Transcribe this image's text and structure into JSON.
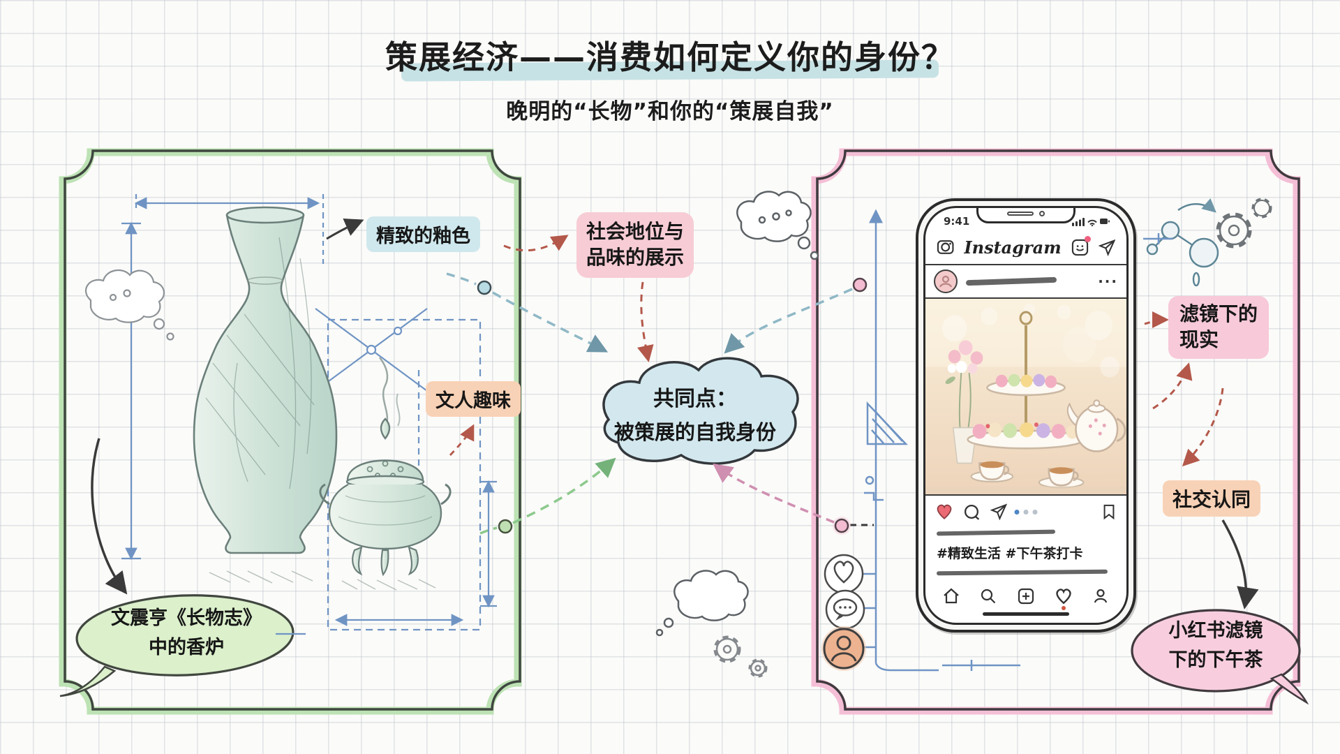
{
  "header": {
    "title": "策展经济——消费如何定义你的身份？",
    "subtitle": "晚明的“长物”和你的“策展自我”"
  },
  "left_panel": {
    "glaze_label": "精致的釉色",
    "literati_label": "文人趣味",
    "caption_line1": "文震亨《长物志》",
    "caption_line2": "中的香炉"
  },
  "center": {
    "status_label_line1": "社会地位与",
    "status_label_line2": "品味的展示",
    "cloud_line1": "共同点：",
    "cloud_line2": "被策展的自我身份"
  },
  "right_panel": {
    "filter_label_line1": "滤镜下的",
    "filter_label_line2": "现实",
    "social_label": "社交认同",
    "caption_line1": "小红书滤镜",
    "caption_line2": "下的下午茶",
    "phone": {
      "status_time": "9:41",
      "app_title": "Instagram",
      "post_more": "···",
      "hashtags": "#精致生活 #下午茶打卡"
    }
  },
  "colors": {
    "title_highlight": "#c7e2e5",
    "green_frame": "#b9e0b0",
    "pink_frame": "#f3bcd4",
    "blue_highlight": "#cfe8ed",
    "pink_highlight": "#f7ccd5",
    "peach_highlight": "#f8d2b6",
    "green_bubble": "#dbf0cb",
    "pink_bubble": "#f8cede",
    "cloud_fill": "#d2e8ee",
    "heart_red": "#ec6a73",
    "sketch_blue": "#6f94c4",
    "dash_teal": "#8fb8c6",
    "dash_red": "#b3584a",
    "dash_green": "#8cc98c",
    "dash_pink": "#cf8fb0"
  }
}
